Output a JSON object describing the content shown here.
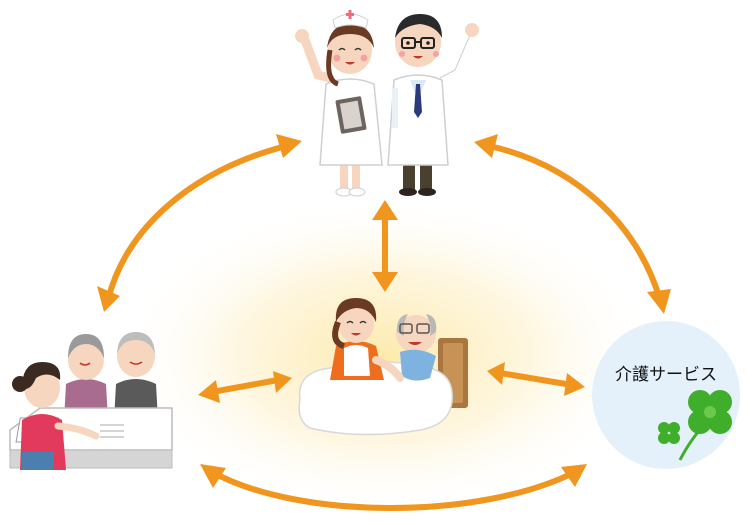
{
  "service_label": "介護サービス",
  "colors": {
    "arrow": "#f0961e",
    "glow": "#fde9a8",
    "service_circle": "#e4f1fa",
    "clover": "#3fae2a",
    "nurse_accent": "#ec6c7a",
    "doctor_tie": "#2b3a7a"
  },
  "nodes": [
    {
      "id": "medical",
      "icons": [
        "nurse-illustration",
        "doctor-illustration"
      ]
    },
    {
      "id": "family",
      "icons": [
        "caregiver-illustration",
        "elderly-patient-illustration",
        "bed-illustration"
      ]
    },
    {
      "id": "consultation",
      "icons": [
        "counselor-illustration",
        "elderly-couple-illustration",
        "desk-illustration"
      ]
    },
    {
      "id": "care-service",
      "icons": [
        "clover-icon"
      ]
    }
  ],
  "connections": [
    {
      "from": "consultation",
      "to": "medical",
      "type": "bidirectional"
    },
    {
      "from": "medical",
      "to": "care-service",
      "type": "bidirectional"
    },
    {
      "from": "medical",
      "to": "family",
      "type": "bidirectional"
    },
    {
      "from": "consultation",
      "to": "family",
      "type": "bidirectional"
    },
    {
      "from": "family",
      "to": "care-service",
      "type": "bidirectional"
    },
    {
      "from": "consultation",
      "to": "care-service",
      "type": "bidirectional"
    }
  ]
}
